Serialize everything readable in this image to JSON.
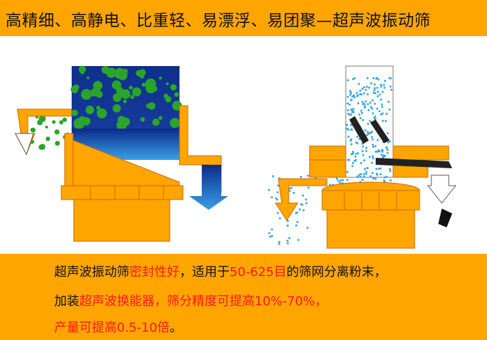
{
  "header": {
    "title": "高精细、高静电、比重轻、易漂浮、易团聚—超声波振动筛"
  },
  "footer": {
    "line1": {
      "a": "超声波振动筛",
      "b": "密封性好",
      "c": "，适用于",
      "d": "50-625目",
      "e": "的筛网分离粉末，"
    },
    "line2": {
      "a": "加装",
      "b": "超声波换能器，筛分精度可提高10%-70%，"
    },
    "line3": {
      "a": "产量可提高0.5-10倍",
      "b": "。"
    }
  },
  "colors": {
    "orange": "#FFA500",
    "red": "#ff1a1a",
    "blue": "#1e4fa8",
    "green": "#2aa52a",
    "particle": "#3aa6e0"
  }
}
